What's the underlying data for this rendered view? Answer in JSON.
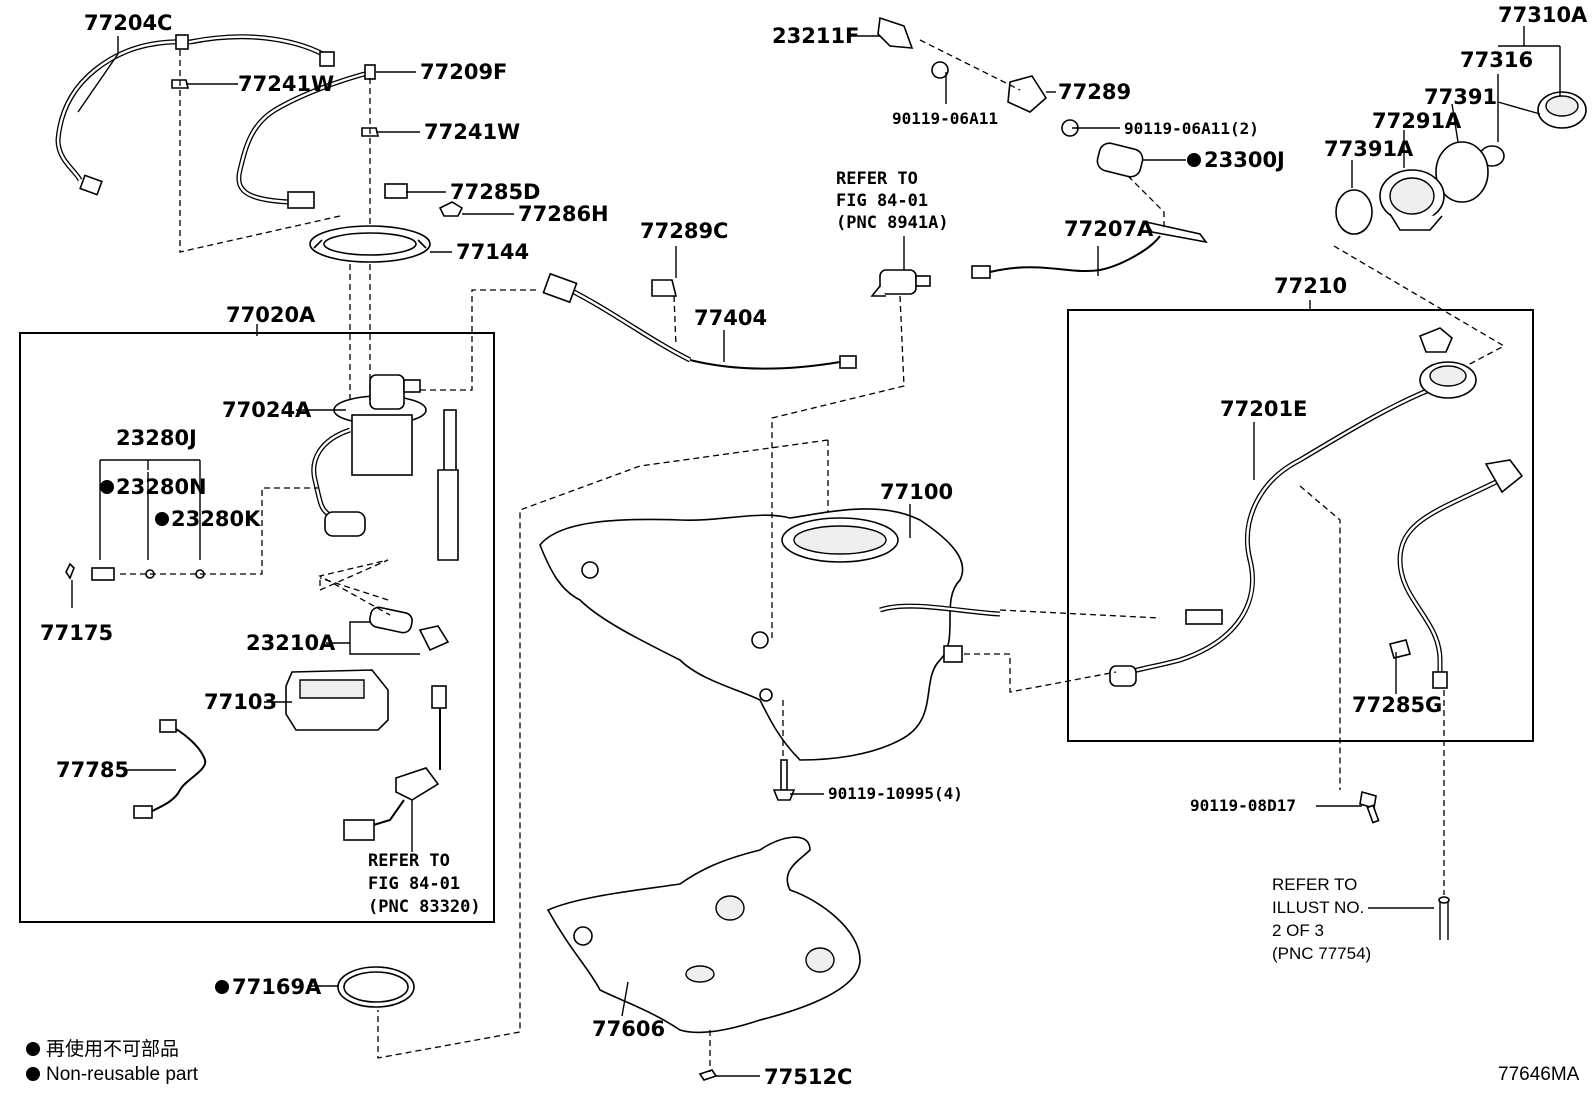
{
  "diagram_code": "77646MA",
  "legend": {
    "marker_note_ja": "再使用不可部品",
    "marker_note_en": "Non-reusable part"
  },
  "refer_notes": {
    "fig_8941a": {
      "line1": "REFER TO",
      "line2": "FIG 84-01",
      "line3": "(PNC 8941A)"
    },
    "fig_83320": {
      "line1": "REFER TO",
      "line2": "FIG 84-01",
      "line3": "(PNC 83320)"
    },
    "illust_77754": {
      "line1": "REFER TO",
      "line2": "ILLUST NO.",
      "line3": "2 OF 3",
      "line4": "(PNC 77754)"
    }
  },
  "group_boxes": {
    "pump_assembly": "77020A",
    "filler_pipe_assembly": "77210"
  },
  "parts": {
    "p77204C": "77204C",
    "p77241W_a": "77241W",
    "p77209F": "77209F",
    "p77241W_b": "77241W",
    "p77285D": "77285D",
    "p77286H": "77286H",
    "p77144": "77144",
    "p23211F": "23211F",
    "p90119_06A11": "90119-06A11",
    "p77289": "77289",
    "p90119_06A11_2": "90119-06A11(2)",
    "p23300J": "23300J",
    "p77310A": "77310A",
    "p77316": "77316",
    "p77391": "77391",
    "p77291A": "77291A",
    "p77391A": "77391A",
    "p77207A": "77207A",
    "p77289C": "77289C",
    "p77404": "77404",
    "p77024A": "77024A",
    "p23280J": "23280J",
    "p23280N": "23280N",
    "p23280K": "23280K",
    "p77175": "77175",
    "p23210A": "23210A",
    "p77103": "77103",
    "p77785": "77785",
    "p77169A": "77169A",
    "p77100": "77100",
    "p90119_10995_4": "90119-10995(4)",
    "p77606": "77606",
    "p77512C": "77512C",
    "p77201E": "77201E",
    "p77285G": "77285G",
    "p90119_08D17": "90119-08D17"
  }
}
